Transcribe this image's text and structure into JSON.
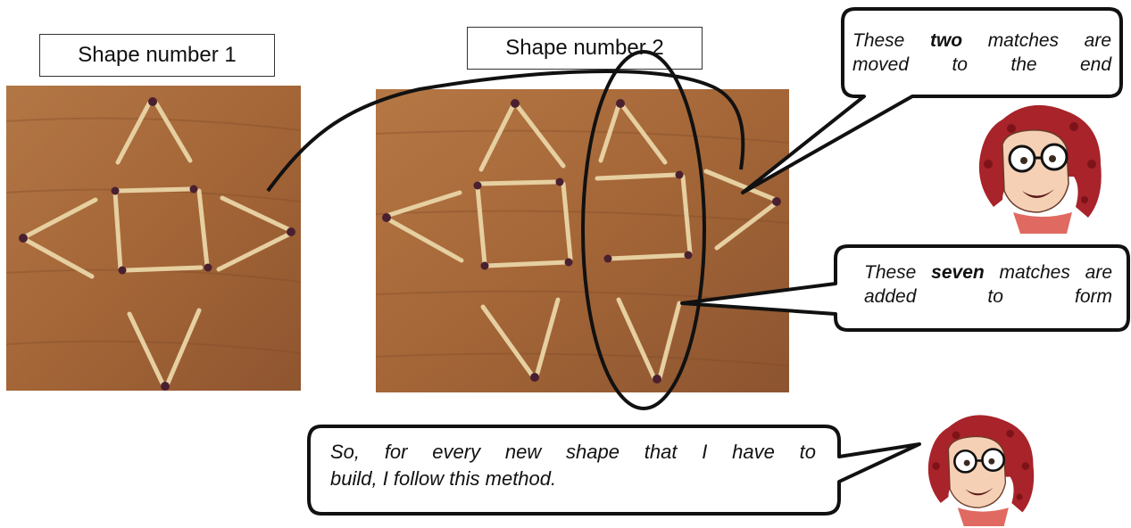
{
  "labels": {
    "shape1": "Shape number 1",
    "shape2": "Shape number 2"
  },
  "bubbles": {
    "moved": {
      "pre": "These ",
      "bold": "two",
      "post": " matches are moved to the end"
    },
    "added": {
      "pre": "These ",
      "bold": "seven",
      "post": " matches are added to form"
    },
    "method": {
      "line1": "So, for every new shape that I have to",
      "line2": "build, I follow this method."
    }
  },
  "colors": {
    "wood": "#a76a3d",
    "wood_dark": "#8a5530",
    "match_stick": "#e8d2a4",
    "match_head": "#4a2030",
    "outline": "#111111",
    "hair": "#a8232a"
  },
  "icons": [
    "matchstick",
    "cartoon-girl",
    "speech-bubble"
  ]
}
